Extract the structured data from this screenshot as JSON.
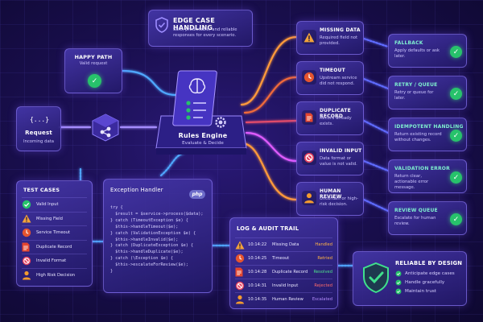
{
  "header": {
    "title": "EDGE CASE HANDLING",
    "subtitle": "Safe, predictable, and reliable responses for every scenario."
  },
  "happy_path": {
    "title": "HAPPY PATH",
    "subtitle": "Valid request"
  },
  "request": {
    "title": "Request",
    "subtitle": "Incoming data",
    "icon_text": "{...}"
  },
  "engine": {
    "title": "Rules Engine",
    "subtitle": "Evaluate & Decide"
  },
  "edge_cases": [
    {
      "title": "MISSING DATA",
      "desc": "Required field not provided.",
      "icon": "warning-icon",
      "color": "#f2a33a"
    },
    {
      "title": "TIMEOUT",
      "desc": "Upstream service did not respond.",
      "icon": "clock-icon",
      "color": "#e4542f"
    },
    {
      "title": "DUPLICATE RECORD",
      "desc": "Record already exists.",
      "icon": "document-icon",
      "color": "#e4462f"
    },
    {
      "title": "INVALID INPUT",
      "desc": "Data format or value is not valid.",
      "icon": "block-icon",
      "color": "#e43f5e"
    },
    {
      "title": "HUMAN REVIEW",
      "desc": "Uncertain or high-risk decision.",
      "icon": "person-icon",
      "color": "#f29a2f"
    }
  ],
  "resolutions": [
    {
      "title": "FALLBACK",
      "desc": "Apply defaults or ask later."
    },
    {
      "title": "RETRY / QUEUE",
      "desc": "Retry or queue for later."
    },
    {
      "title": "IDEMPOTENT HANDLING",
      "desc": "Return existing record without changes."
    },
    {
      "title": "VALIDATION ERROR",
      "desc": "Return clear, actionable error message."
    },
    {
      "title": "REVIEW QUEUE",
      "desc": "Escalate for human review."
    }
  ],
  "test_cases": {
    "title": "TEST CASES",
    "items": [
      {
        "label": "Valid Input",
        "icon": "check-icon",
        "color": "#27c26b"
      },
      {
        "label": "Missing Field",
        "icon": "warning-icon",
        "color": "#f2a33a"
      },
      {
        "label": "Service Timeout",
        "icon": "clock-icon",
        "color": "#e4542f"
      },
      {
        "label": "Duplicate Record",
        "icon": "document-icon",
        "color": "#e4462f"
      },
      {
        "label": "Invalid Format",
        "icon": "block-icon",
        "color": "#e43f5e"
      },
      {
        "label": "High Risk Decision",
        "icon": "person-icon",
        "color": "#f29a2f"
      }
    ]
  },
  "exception_handler": {
    "title": "Exception Handler",
    "badge": "php",
    "code_lines": [
      "try {",
      "  $result = $service->process($data);",
      "} catch (TimeoutException $e) {",
      "  $this->handleTimeout($e);",
      "} catch (ValidationException $e) {",
      "  $this->handleInvalid($e);",
      "} catch (DuplicateException $e) {",
      "  $this->handleDuplicate($e);",
      "} catch (\\Exception $e) {",
      "  $this->escalateForReview($e);",
      "}"
    ]
  },
  "log": {
    "title": "LOG & AUDIT TRAIL",
    "rows": [
      {
        "time": "10:14:22",
        "event": "Missing Data",
        "status": "Handled",
        "icon": "warning-icon",
        "color": "#f2a33a",
        "status_color": "#ffb347"
      },
      {
        "time": "10:14:25",
        "event": "Timeout",
        "status": "Retried",
        "icon": "clock-icon",
        "color": "#e4542f",
        "status_color": "#ffb347"
      },
      {
        "time": "10:14:28",
        "event": "Duplicate Record",
        "status": "Resolved",
        "icon": "document-icon",
        "color": "#e4462f",
        "status_color": "#4ee08a"
      },
      {
        "time": "10:14:31",
        "event": "Invalid Input",
        "status": "Rejected",
        "icon": "block-icon",
        "color": "#e43f5e",
        "status_color": "#ff6b6b"
      },
      {
        "time": "10:14:35",
        "event": "Human Review",
        "status": "Escalated",
        "icon": "person-icon",
        "color": "#f29a2f",
        "status_color": "#b48cff"
      }
    ]
  },
  "reliable": {
    "title": "RELIABLE BY DESIGN",
    "items": [
      "Anticipate edge cases",
      "Handle gracefully",
      "Maintain trust"
    ]
  },
  "colors": {
    "accent": "#7b5cff",
    "success": "#27c26b",
    "wire_orange": "#ff9a3a",
    "wire_pink": "#e05cff",
    "wire_blue": "#4fa8ff"
  }
}
